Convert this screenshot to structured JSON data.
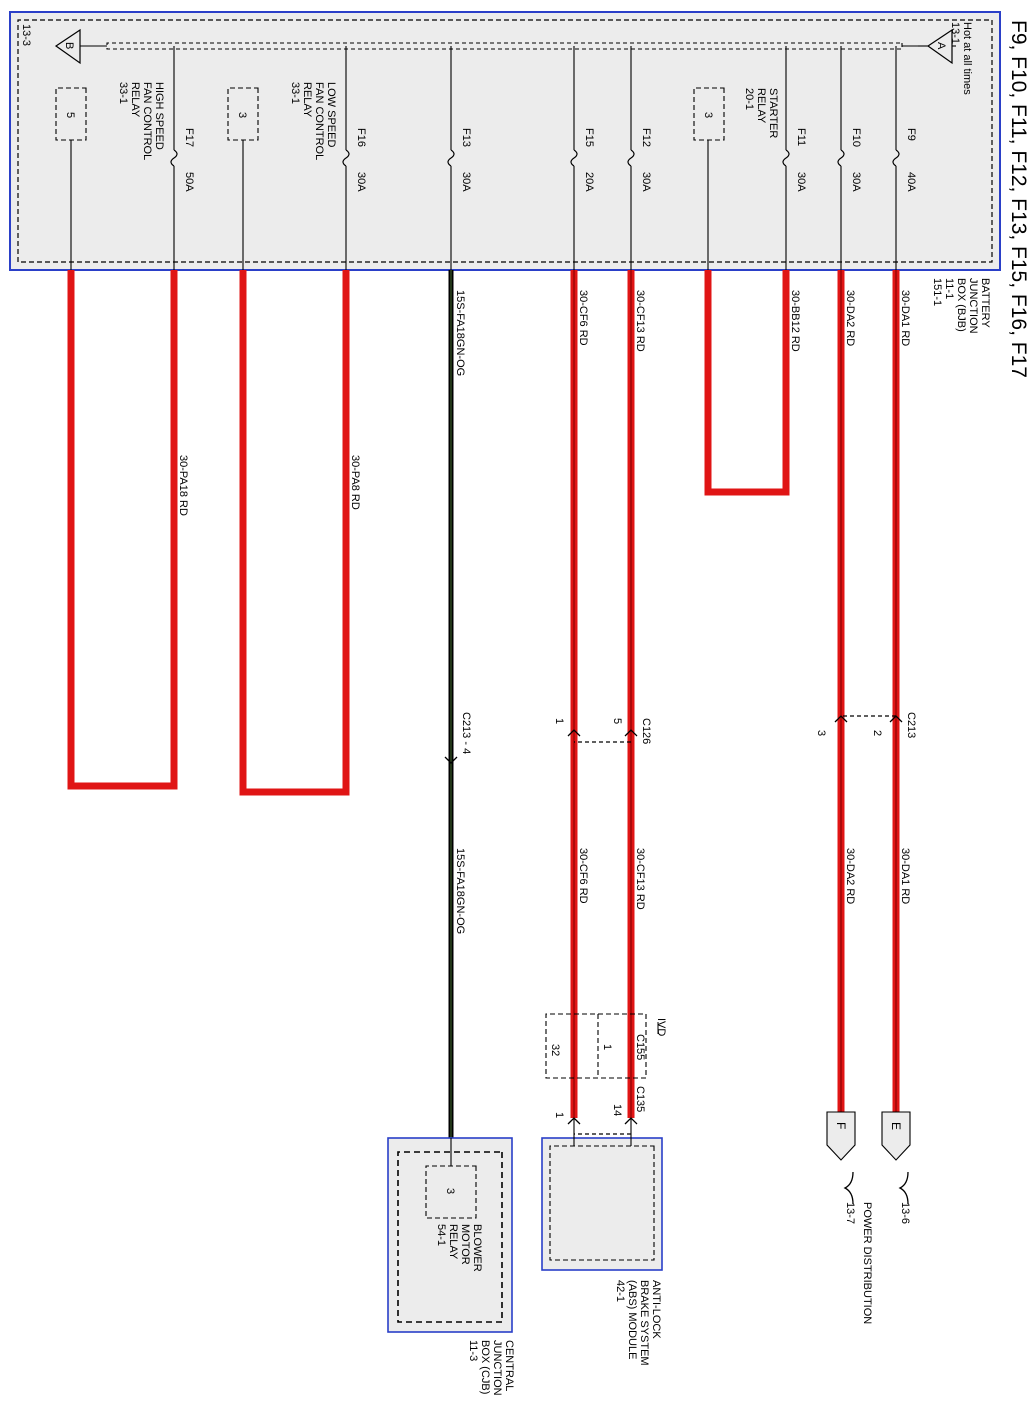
{
  "title": "F9, F10, F11, F12, F13, F15, F16, F17",
  "bjb": {
    "lines": [
      "BATTERY",
      "JUNCTION",
      "BOX (BJB)",
      "11-1",
      "151-1"
    ],
    "hot": "Hot at all times",
    "ref_a": "13-1",
    "ref_b": "13-3",
    "flag_a": "A",
    "flag_b": "B"
  },
  "fuses": [
    {
      "id": "F9",
      "amp": "40A"
    },
    {
      "id": "F10",
      "amp": "30A"
    },
    {
      "id": "F11",
      "amp": "30A"
    },
    {
      "id": "F12",
      "amp": "30A"
    },
    {
      "id": "F15",
      "amp": "20A"
    },
    {
      "id": "F13",
      "amp": "30A"
    },
    {
      "id": "F16",
      "amp": "30A"
    },
    {
      "id": "F17",
      "amp": "50A"
    }
  ],
  "relays": {
    "starter": {
      "lines": [
        "STARTER",
        "RELAY",
        "20-1"
      ],
      "pin": "3"
    },
    "low_speed": {
      "lines": [
        "LOW SPEED",
        "FAN CONTROL",
        "RELAY",
        "33-1"
      ],
      "pin": "3"
    },
    "high_speed": {
      "lines": [
        "HIGH SPEED",
        "FAN CONTROL",
        "RELAY",
        "33-1"
      ],
      "pin": "5"
    }
  },
  "wires": {
    "da1": "30-DA1   RD",
    "da2": "30-DA2   RD",
    "bb12": "30-BB12  RD",
    "cf13": "30-CF13  RD",
    "cf6": "30-CF6    RD",
    "fa18": "15S-FA18GN-OG",
    "pa8": "30-PA8     RD",
    "pa18": "30-PA18   RD",
    "da1_b": "30-DA1    RD",
    "da2_b": "30-DA2    RD",
    "cf13_b": "30-CF13   RD",
    "cf6_b": "30-CF6     RD",
    "fa18_b": "15S-FA18GN-OG"
  },
  "connectors": {
    "c213a": {
      "name": "C213",
      "pin_a": "2",
      "pin_b": "3"
    },
    "c126": {
      "name": "C126",
      "pin_a": "5",
      "pin_b": "1"
    },
    "c213b": {
      "name": "C213  -  4"
    },
    "ivd": {
      "name": "IVD",
      "conn": "C155",
      "pin_a": "1",
      "pin_b": "32"
    },
    "c135": {
      "name": "C135",
      "pin_a": "14",
      "pin_b": "1"
    }
  },
  "power": {
    "label": "POWER DISTRIBUTION",
    "e": "E",
    "f": "F",
    "ref_e": "13-6",
    "ref_f": "13-7"
  },
  "abs": {
    "lines": [
      "ANTI-LOCK",
      "BRAKE SYSTEM",
      "(ABS) MODULE",
      "42-1"
    ]
  },
  "cjb": {
    "lines": [
      "CENTRAL",
      "JUNCTION",
      "BOX (CJB)",
      "11-3"
    ]
  },
  "blower": {
    "lines": [
      "BLOWER",
      "MOTOR",
      "RELAY",
      "54-1"
    ],
    "pin": "3"
  },
  "colors": {
    "red_wire": "#e01515",
    "blue_frame": "#2a3fc8",
    "panel": "#ececec",
    "black_wire": "#000000"
  }
}
